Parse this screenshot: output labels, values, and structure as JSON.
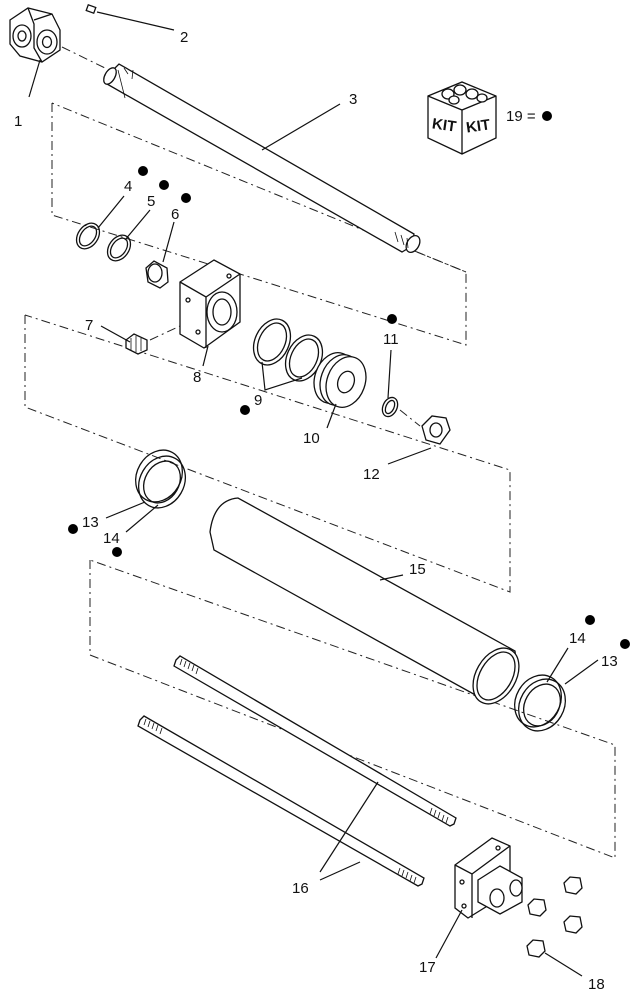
{
  "labels": {
    "p1": "1",
    "p2": "2",
    "p3": "3",
    "p4": "4",
    "p5": "5",
    "p6": "6",
    "p7": "7",
    "p8": "8",
    "p9": "9",
    "p10": "10",
    "p11": "11",
    "p12": "12",
    "p13a": "13",
    "p14a": "14",
    "p15": "15",
    "p14b": "14",
    "p13b": "13",
    "p16": "16",
    "p17": "17",
    "p18": "18"
  },
  "kit": {
    "word_left": "KIT",
    "word_right": "KIT",
    "legend": "19 ="
  },
  "colors": {
    "line": "#111111",
    "background": "#ffffff",
    "marker": "#000000"
  }
}
